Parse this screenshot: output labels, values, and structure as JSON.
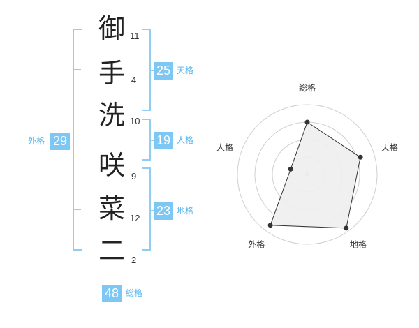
{
  "name_chars": [
    {
      "char": "御",
      "strokes": "11"
    },
    {
      "char": "手",
      "strokes": "4"
    },
    {
      "char": "洗",
      "strokes": "10"
    },
    {
      "char": "咲",
      "strokes": "9"
    },
    {
      "char": "菜",
      "strokes": "12"
    },
    {
      "char": "二",
      "strokes": "2"
    }
  ],
  "fortunes": {
    "tenkaku": {
      "value": "25",
      "label": "天格"
    },
    "jinkaku": {
      "value": "19",
      "label": "人格"
    },
    "chikaku": {
      "value": "23",
      "label": "地格"
    },
    "gaikaku": {
      "value": "29",
      "label": "外格"
    },
    "soukaku": {
      "value": "48",
      "label": "総格"
    }
  },
  "radar": {
    "axes": [
      "総格",
      "天格",
      "地格",
      "外格",
      "人格"
    ],
    "levels": [
      0.75,
      0.8,
      0.95,
      0.9,
      0.25
    ],
    "colors": {
      "fill": "#eeeeee",
      "stroke": "#333333",
      "grid": "#d0d0d0",
      "point": "#333333"
    }
  },
  "colors": {
    "badge": "#7cc7f3",
    "bracket": "#90cdf2",
    "label": "#58b4ec"
  }
}
